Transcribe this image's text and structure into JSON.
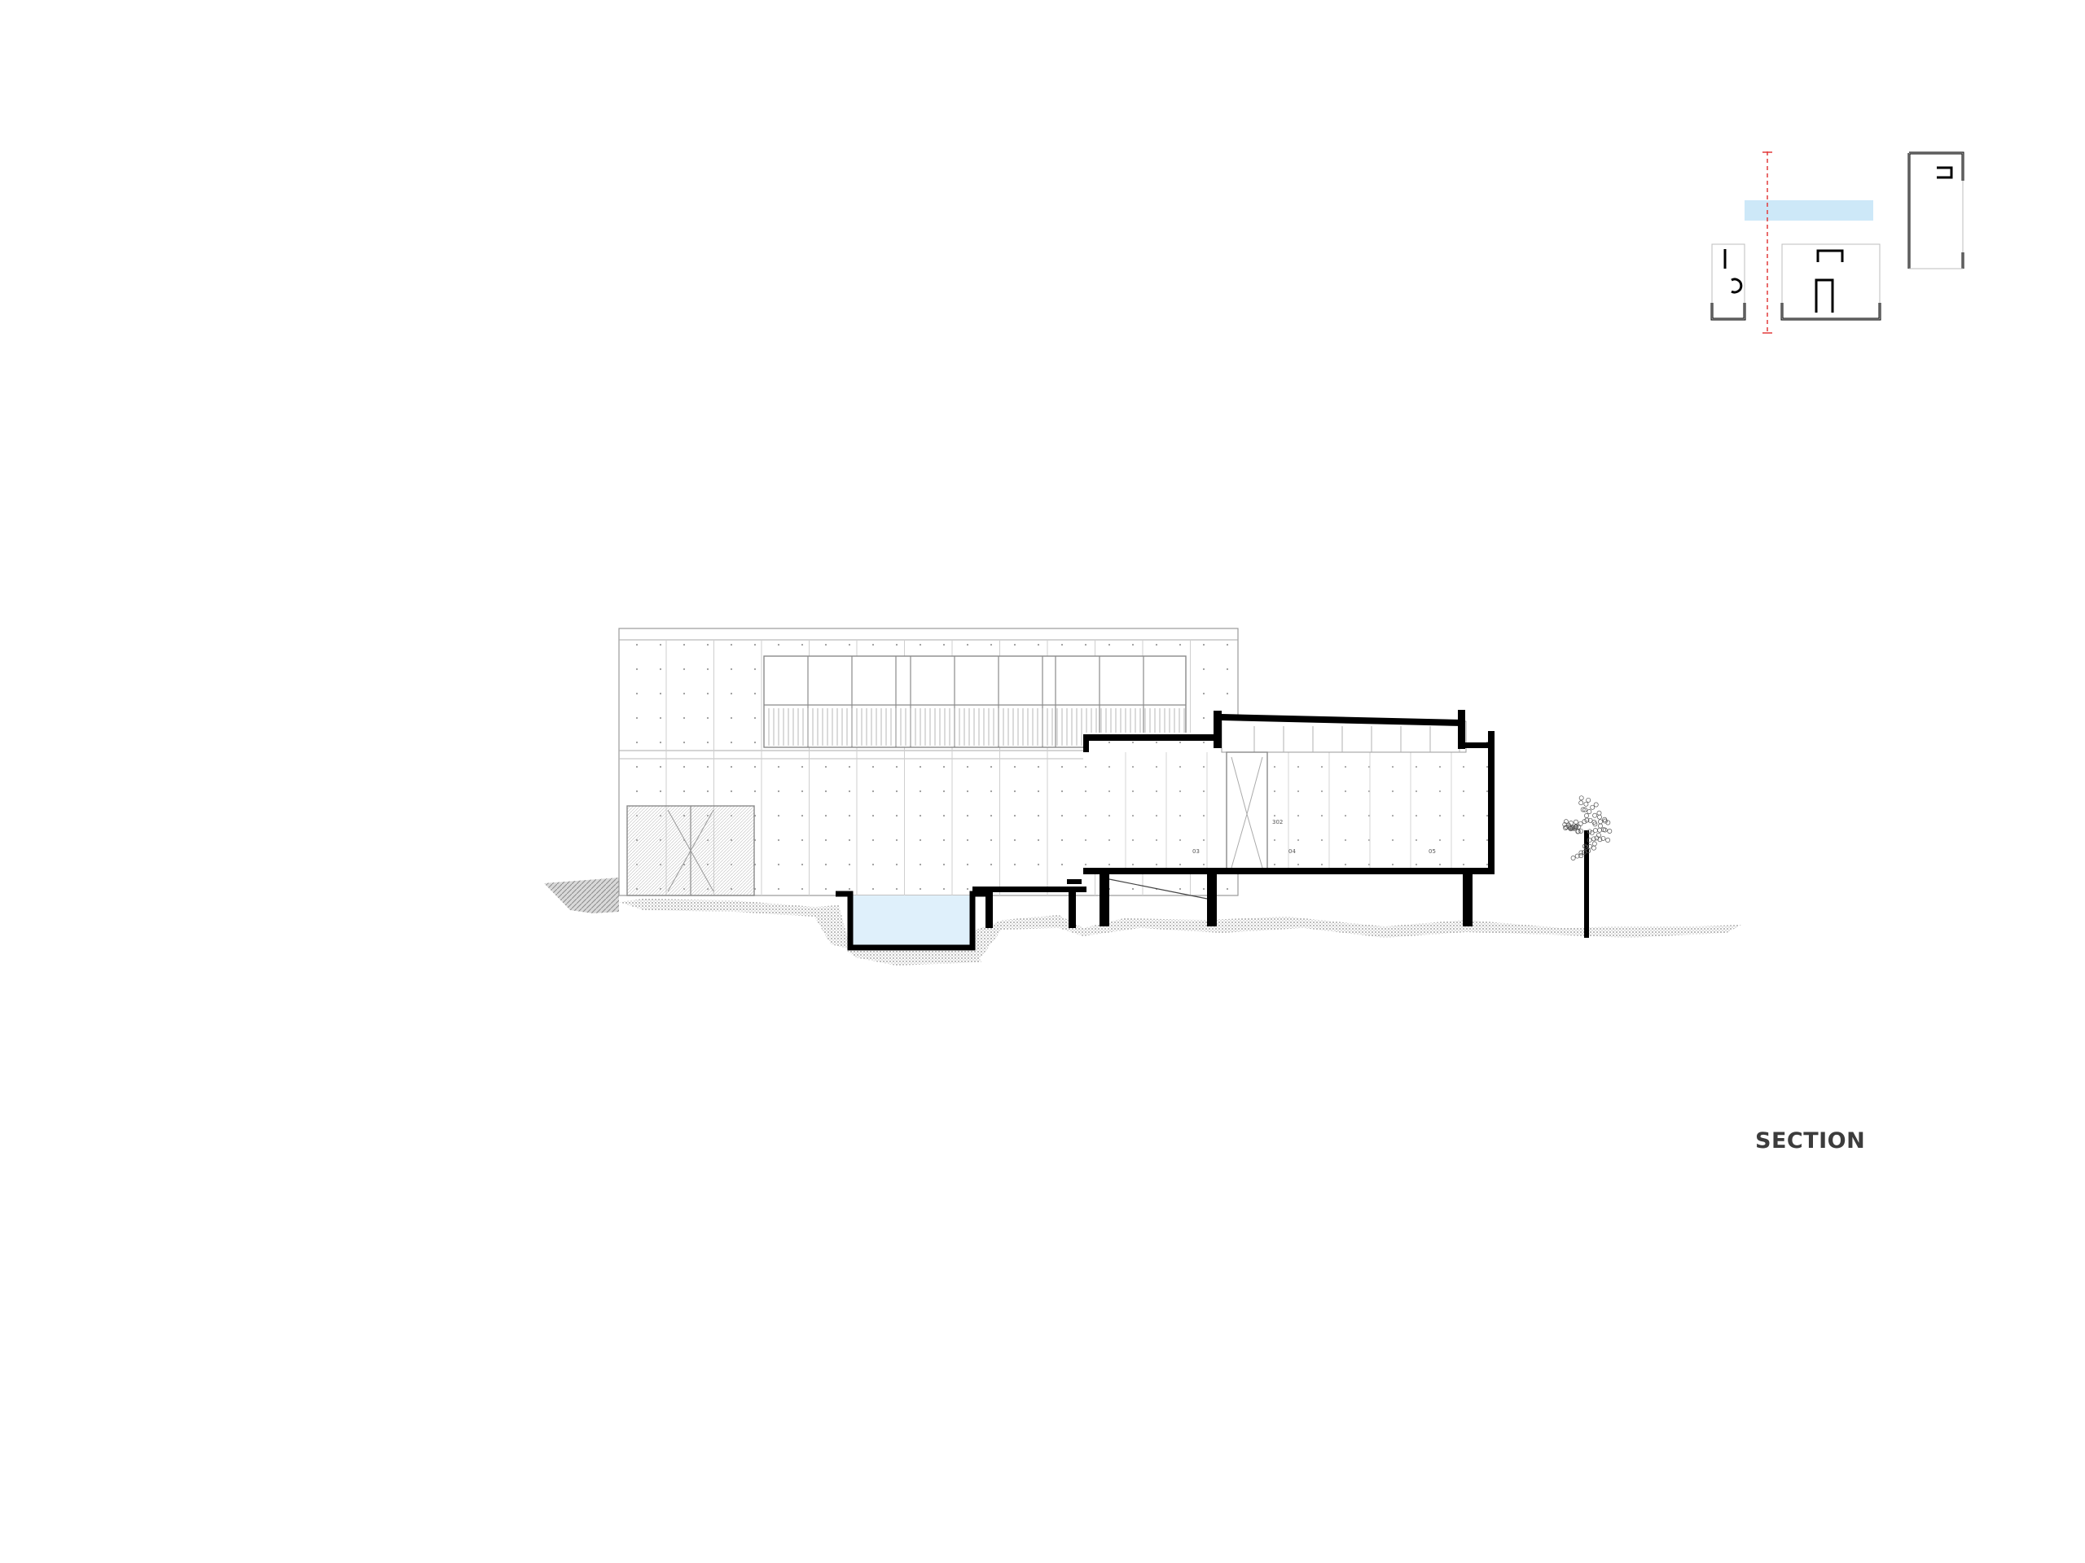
{
  "drawing": {
    "title": "SECTION"
  },
  "room_tags": [
    "302",
    "03",
    "04",
    "05"
  ],
  "colors": {
    "ink": "#000000",
    "hatch": "#9a9a9a",
    "water": "#dff0fb",
    "key_plan_highlight": "#cde8f8",
    "section_cut_line": "#e23b3b",
    "label": "#3c3c3c"
  }
}
